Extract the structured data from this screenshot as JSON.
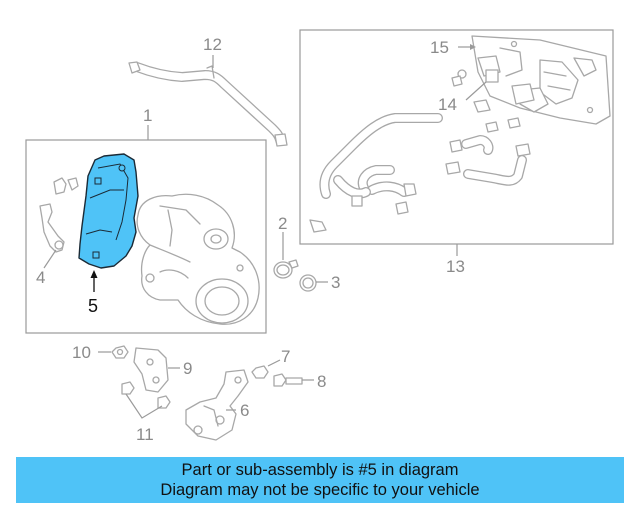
{
  "callouts": {
    "c1": "1",
    "c2": "2",
    "c3": "3",
    "c4": "4",
    "c5": "5",
    "c6": "6",
    "c7": "7",
    "c8": "8",
    "c9": "9",
    "c10": "10",
    "c11": "11",
    "c12": "12",
    "c13": "13",
    "c14": "14",
    "c15": "15"
  },
  "highlight": {
    "part_number": "5",
    "color": "#4fc3f7"
  },
  "banner": {
    "line1": "Part or sub-assembly is #5 in diagram",
    "line2": "Diagram may not be specific to your vehicle",
    "background": "#4fc3f7"
  }
}
